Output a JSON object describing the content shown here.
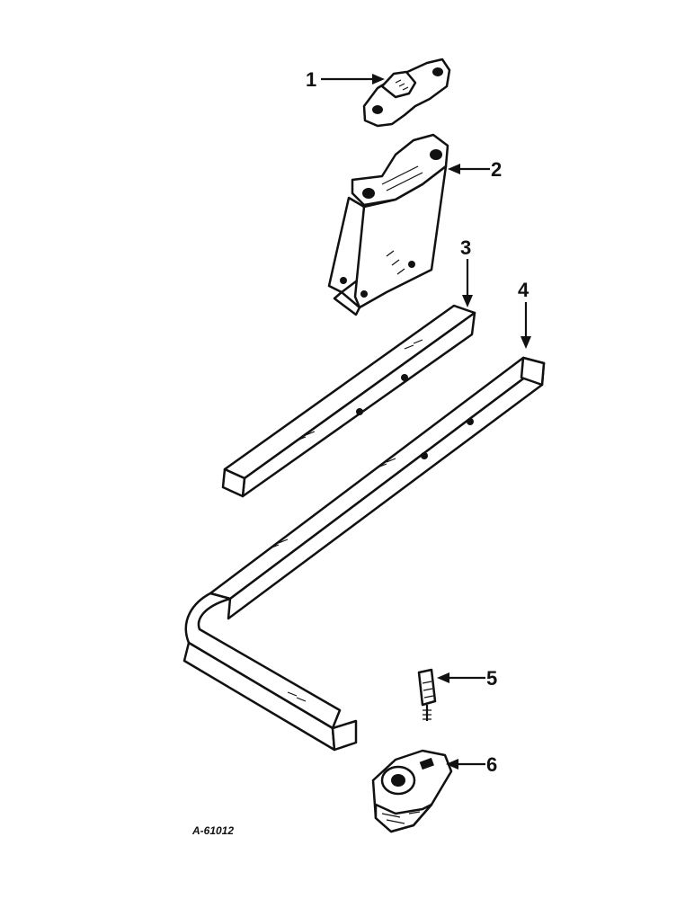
{
  "callouts": [
    {
      "id": "1",
      "label": "1",
      "part": "clamp"
    },
    {
      "id": "2",
      "label": "2",
      "part": "bracket"
    },
    {
      "id": "3",
      "label": "3",
      "part": "straight-bar"
    },
    {
      "id": "4",
      "label": "4",
      "part": "bent-bar"
    },
    {
      "id": "5",
      "label": "5",
      "part": "bolt"
    },
    {
      "id": "6",
      "label": "6",
      "part": "coupler-block"
    }
  ],
  "figure_reference": "A-61012"
}
